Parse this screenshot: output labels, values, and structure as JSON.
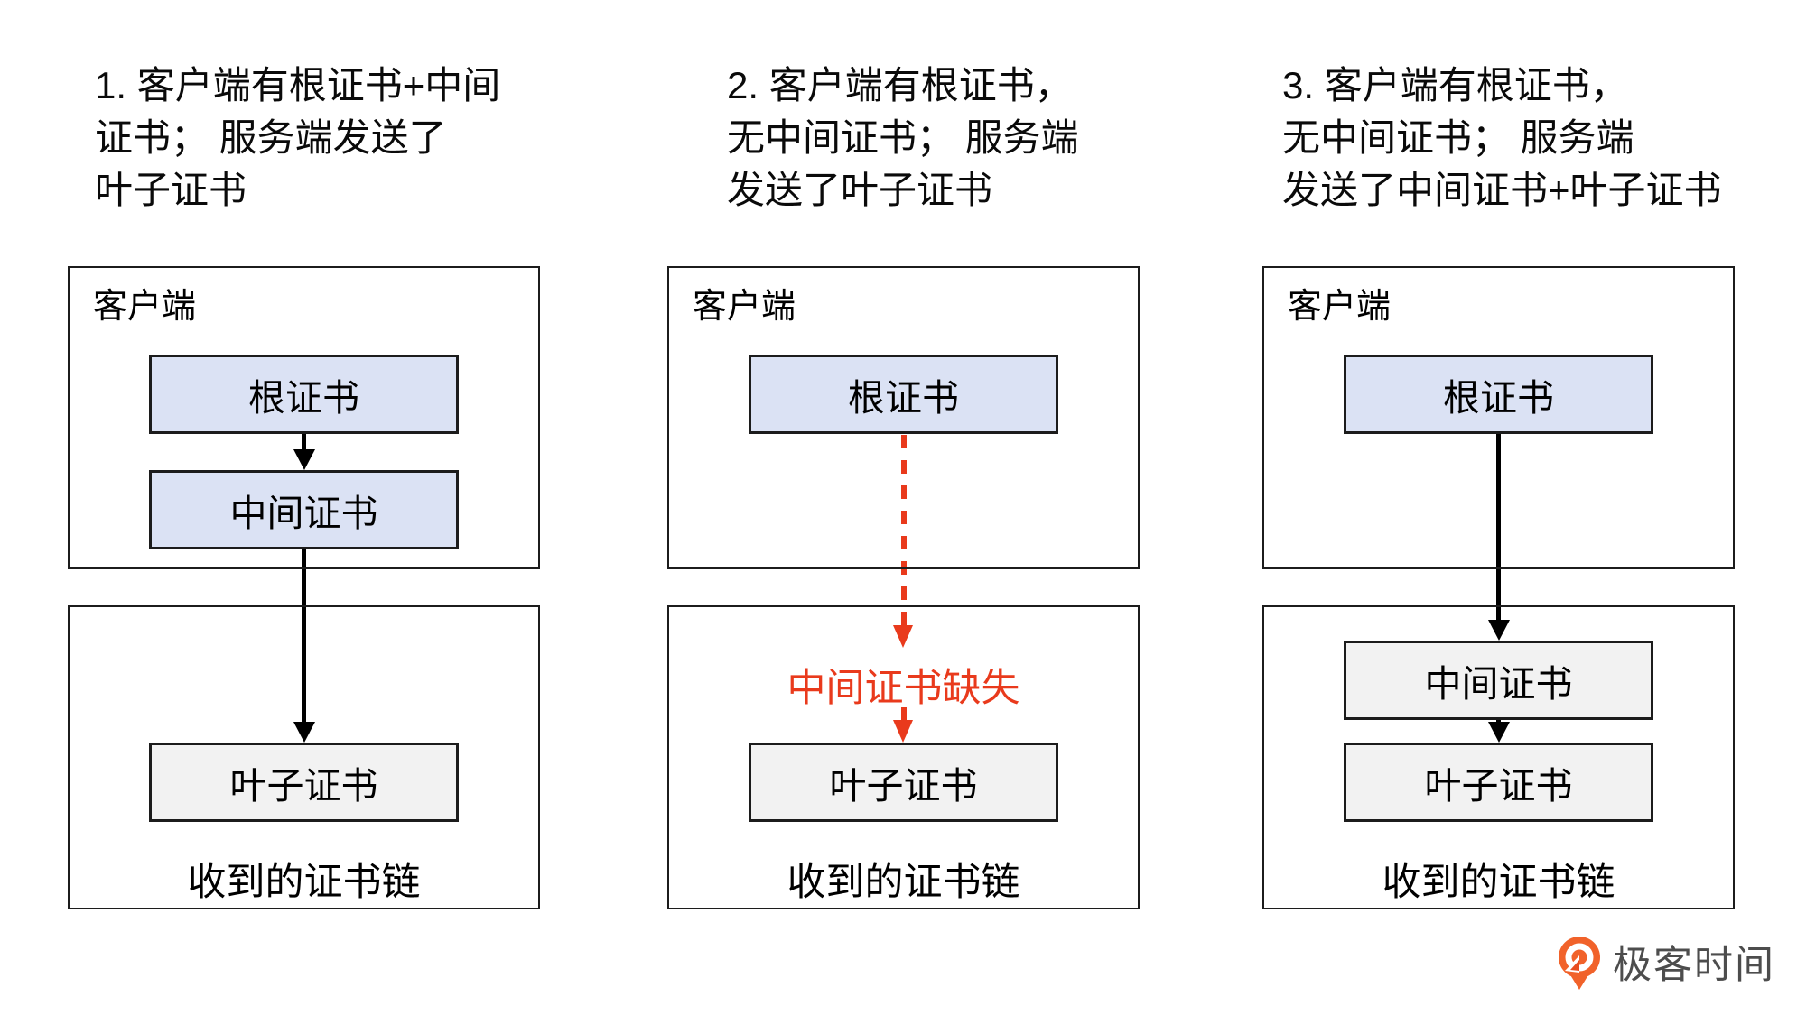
{
  "headings": [
    {
      "lines": [
        "1. 客户端有根证书+中间",
        "证书； 服务端发送了",
        "叶子证书"
      ]
    },
    {
      "lines": [
        "2. 客户端有根证书，",
        "无中间证书； 服务端",
        "发送了叶子证书"
      ]
    },
    {
      "lines": [
        "3. 客户端有根证书，",
        "无中间证书； 服务端",
        "发送了中间证书+叶子证书"
      ]
    }
  ],
  "labels": {
    "client": "客户端",
    "root_cert": "根证书",
    "intermediate_cert": "中间证书",
    "leaf_cert": "叶子证书",
    "received_chain": "收到的证书链",
    "missing_intermediate": "中间证书缺失"
  },
  "panels": [
    {
      "client_stack": [
        "根证书",
        "中间证书"
      ],
      "received_stack": [
        "叶子证书"
      ],
      "annotation": ""
    },
    {
      "client_stack": [
        "根证书"
      ],
      "received_stack": [
        "叶子证书"
      ],
      "annotation": "中间证书缺失"
    },
    {
      "client_stack": [
        "根证书"
      ],
      "received_stack": [
        "中间证书",
        "叶子证书"
      ],
      "annotation": ""
    }
  ],
  "colors": {
    "cert_fill_blue": "#dbe2f4",
    "cert_fill_gray": "#f2f2f2",
    "border": "#1c1c1c",
    "warning_red": "#e93a1c",
    "logo_orange": "#f1622a",
    "logo_orange_dark": "#e84c1e",
    "logo_text": "#4d4d4d"
  },
  "logo": {
    "text": "极客时间",
    "icon": "geektime-pin-icon"
  }
}
